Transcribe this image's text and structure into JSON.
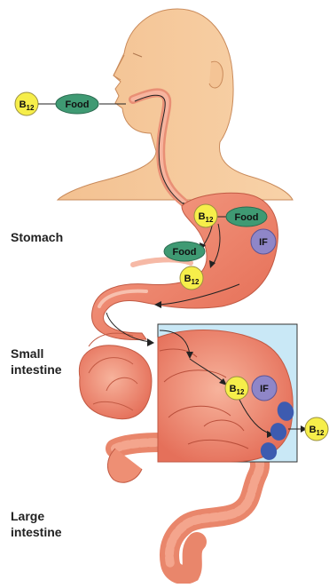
{
  "labels": {
    "stomach": "Stomach",
    "small_intestine_1": "Small",
    "small_intestine_2": "intestine",
    "large_intestine_1": "Large",
    "large_intestine_2": "intestine"
  },
  "badges": {
    "b12_base": "B",
    "b12_sub": "12",
    "food": "Food",
    "if": "IF"
  },
  "colors": {
    "skin": "#f6c99a",
    "skin_outline": "#c98a5a",
    "organ": "#f08a6c",
    "organ_dark": "#d9604a",
    "organ_light": "#f7b09a",
    "b12": "#f6ee4a",
    "food": "#3f9a73",
    "if": "#8f86c8",
    "receptor": "#3d5bb0",
    "zoom_box": "#c9e8f6"
  }
}
